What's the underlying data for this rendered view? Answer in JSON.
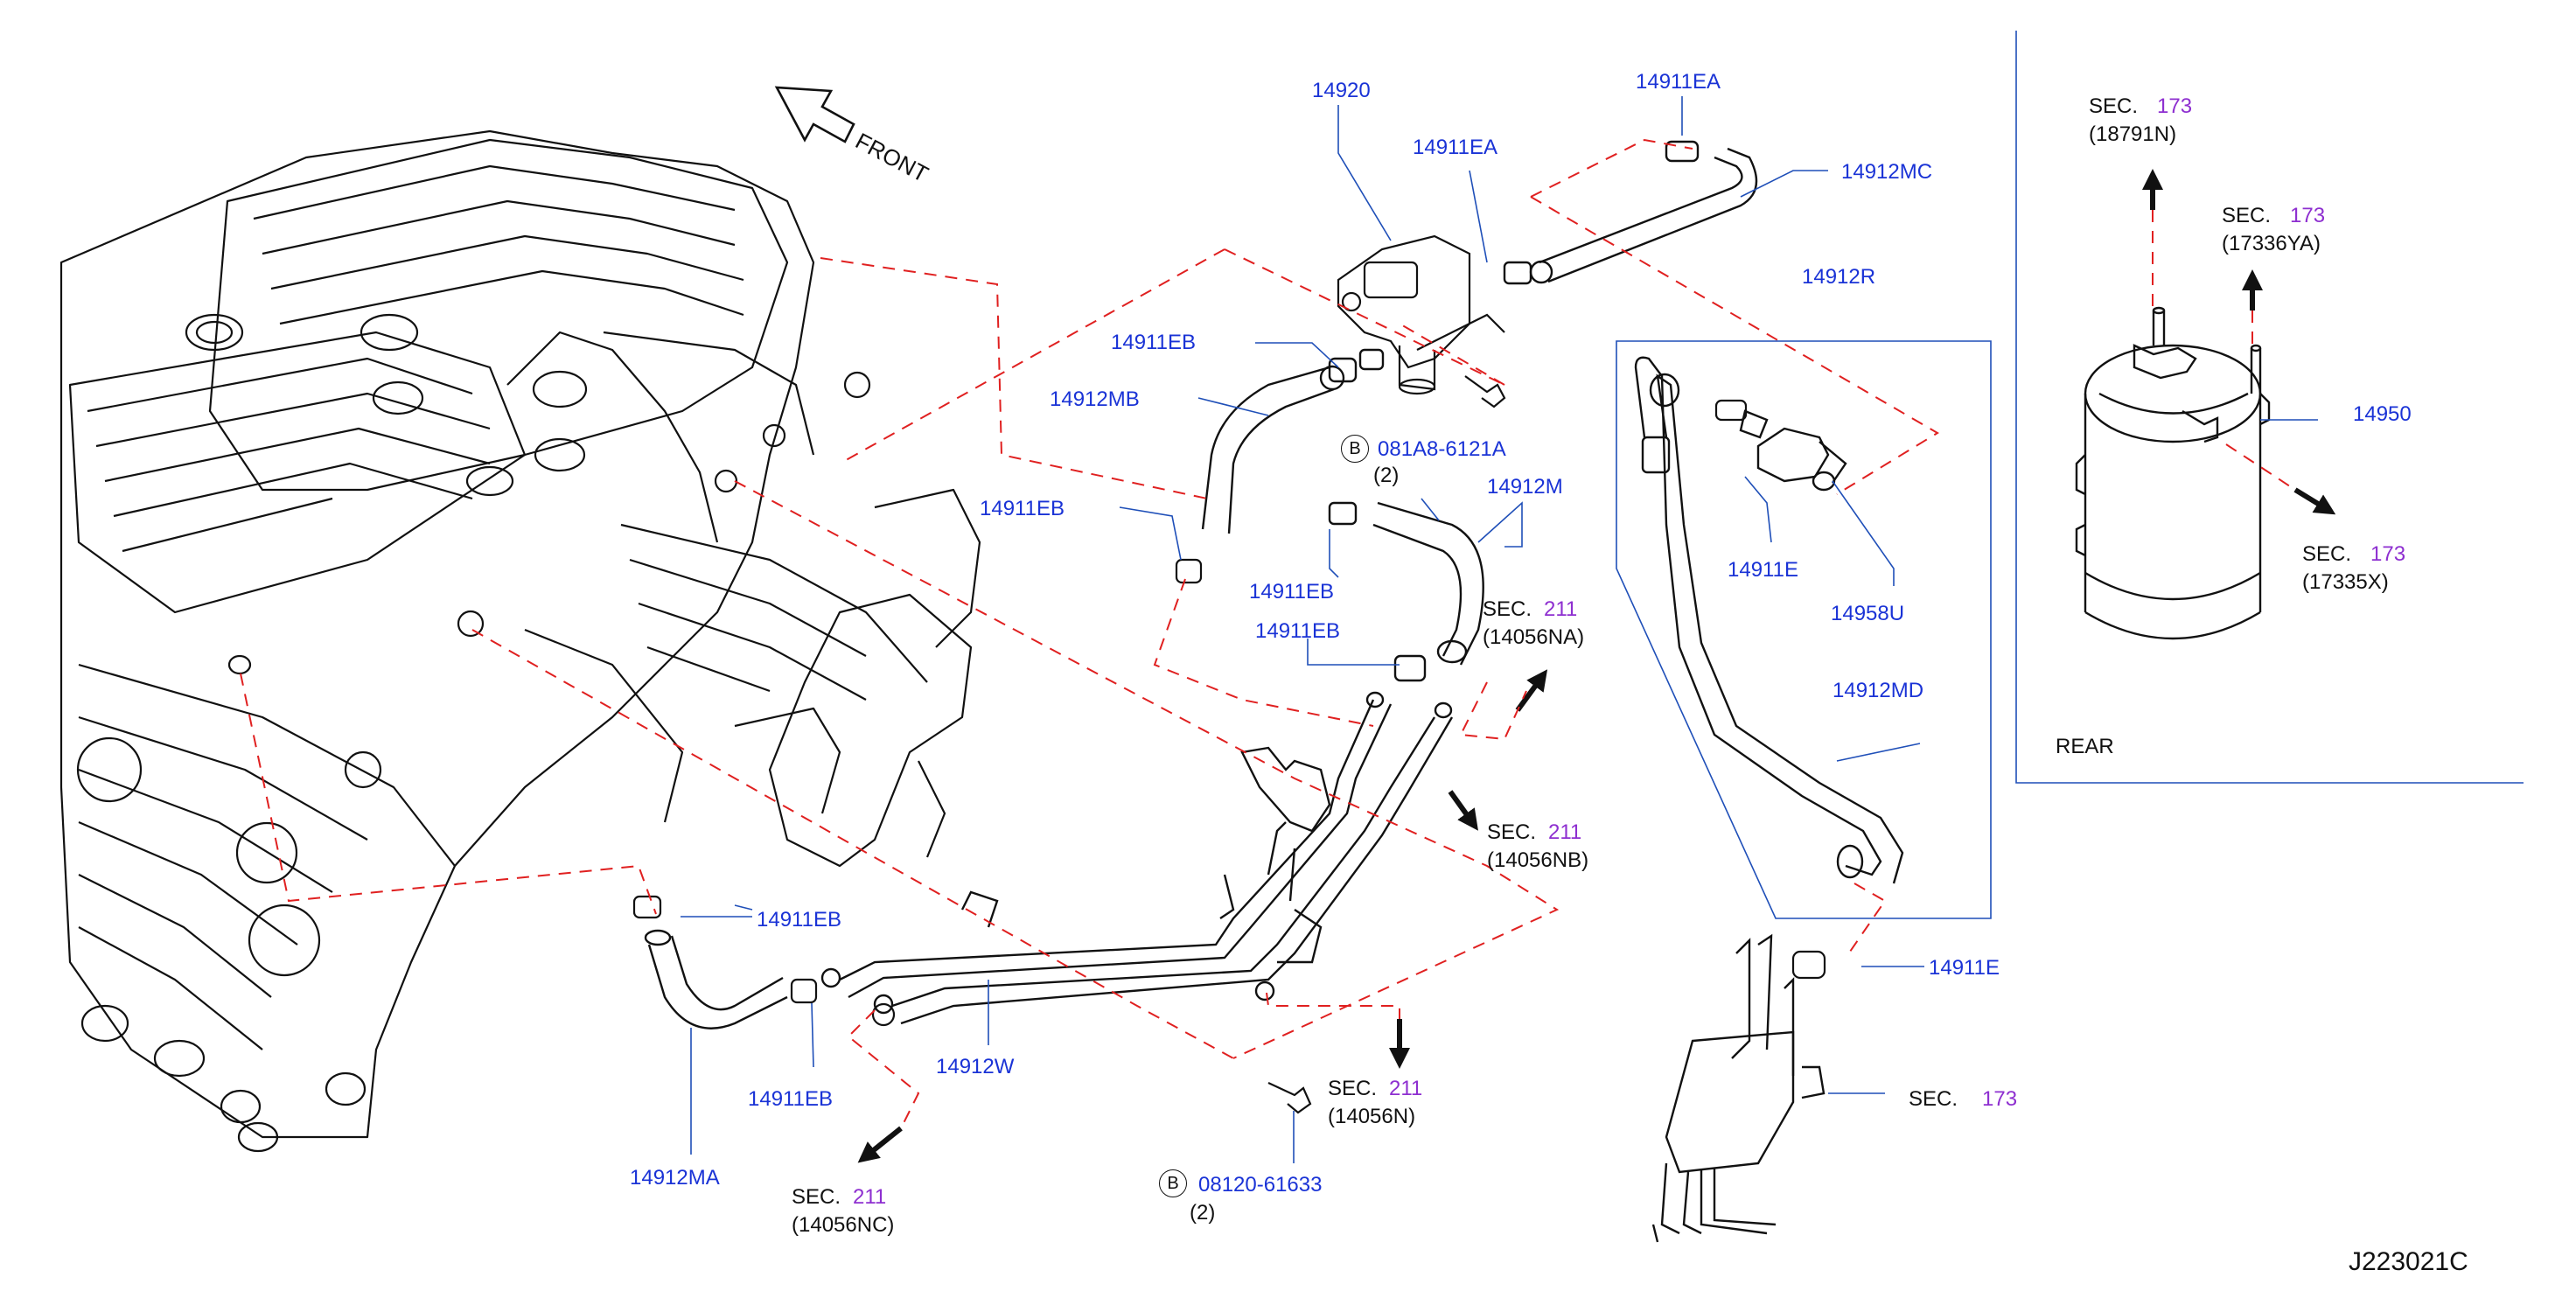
{
  "diagram_id": "J223021C",
  "direction_label": "FRONT",
  "rear_label": "REAR",
  "part_numbers": {
    "p14920": "14920",
    "p14911EA_top": "14911EA",
    "p14911EA_mid": "14911EA",
    "p14912MC": "14912MC",
    "p14912R": "14912R",
    "p14911EB_1": "14911EB",
    "p14912MB": "14912MB",
    "p14911EB_2": "14911EB",
    "p14912M": "14912M",
    "p14911EB_3": "14911EB",
    "p14911EB_4": "14911EB",
    "p14911E_1": "14911E",
    "p14958U": "14958U",
    "p14912MD": "14912MD",
    "p14911EB_5": "14911EB",
    "p14911EB_6": "14911EB",
    "p14912W": "14912W",
    "p14912MA": "14912MA",
    "p14911E_2": "14911E",
    "p14950": "14950"
  },
  "bolts": [
    {
      "badge": "B",
      "part": "081A8-6121A",
      "qty": "(2)"
    },
    {
      "badge": "B",
      "part": "08120-61633",
      "qty": "(2)"
    }
  ],
  "sections": [
    {
      "prefix": "SEC.",
      "num": "211",
      "sub": "(14056NA)"
    },
    {
      "prefix": "SEC.",
      "num": "211",
      "sub": "(14056NB)"
    },
    {
      "prefix": "SEC.",
      "num": "211",
      "sub": "(14056N)"
    },
    {
      "prefix": "SEC.",
      "num": "211",
      "sub": "(14056NC)"
    },
    {
      "prefix": "SEC.",
      "num": "173",
      "sub": ""
    },
    {
      "prefix": "SEC.",
      "num": "173",
      "sub": "(18791N)"
    },
    {
      "prefix": "SEC.",
      "num": "173",
      "sub": "(17336YA)"
    },
    {
      "prefix": "SEC.",
      "num": "173",
      "sub": "(17335X)"
    }
  ],
  "colors": {
    "part_label": "#1a33d6",
    "section_number": "#8e2fd0",
    "leader_line": "#1f4fb8",
    "dashed_line": "#e02020",
    "drawing_line": "#111111"
  }
}
